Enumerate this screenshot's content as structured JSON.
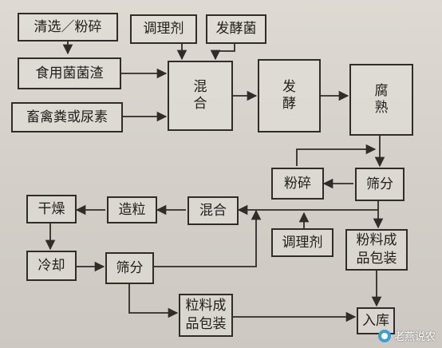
{
  "nodes": {
    "wash_crush": "清选／粉碎",
    "mushroom_residue": "食用菌菌渣",
    "manure_urea": "畜禽粪或尿素",
    "regulator_top": "调理剂",
    "ferment_bacteria": "发酵菌",
    "mix_1": [
      "混",
      "合"
    ],
    "ferment": [
      "发",
      "酵"
    ],
    "decompose": [
      "腐",
      "熟"
    ],
    "crush": "粉碎",
    "sieve_1": "筛分",
    "mix_2": "混合",
    "granulate": "造粒",
    "dry": "干燥",
    "cool": "冷却",
    "sieve_2": "筛分",
    "regulator_mid": "调理剂",
    "powder_product": "粉料成\n品包装",
    "granule_product": "粒料成\n品包装",
    "storage": "入库"
  },
  "watermark": "老燕说农",
  "colors": {
    "line": "#2f2c29",
    "paper": "#d9d5ce",
    "text": "#211f1c"
  }
}
